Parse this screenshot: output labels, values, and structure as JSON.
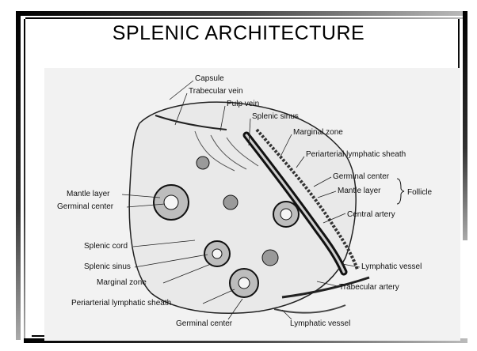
{
  "slide": {
    "title": "SPLENIC ARCHITECTURE"
  },
  "diagram": {
    "labels": {
      "capsule": "Capsule",
      "trabecular_vein": "Trabecular vein",
      "pulp_vein": "Pulp vein",
      "splenic_sinus_top": "Splenic sinus",
      "marginal_zone_top": "Marginal zone",
      "pals_right": "Periarterial lymphatic sheath",
      "germinal_center_right": "Germinal center",
      "mantle_layer_right": "Mantle layer",
      "follicle": "Follicle",
      "mantle_layer_left": "Mantle layer",
      "germinal_center_left": "Germinal center",
      "central_artery": "Central artery",
      "splenic_cord": "Splenic cord",
      "splenic_sinus_left": "Splenic sinus",
      "marginal_zone_left": "Marginal zone",
      "lymphatic_vessel_right": "Lymphatic vessel",
      "trabecular_artery": "Trabecular artery",
      "pals_bottom": "Periarterial lymphatic sheath",
      "germinal_center_bottom": "Germinal center",
      "lymphatic_vessel_bottom": "Lymphatic vessel"
    }
  }
}
